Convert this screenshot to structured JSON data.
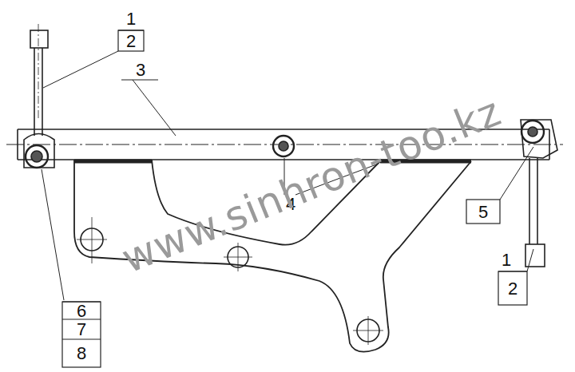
{
  "diagram": {
    "labels": [
      "1",
      "2",
      "3",
      "4",
      "5",
      "1",
      "2",
      "6",
      "7",
      "8",
      "www.sinhron-too.kz"
    ]
  }
}
